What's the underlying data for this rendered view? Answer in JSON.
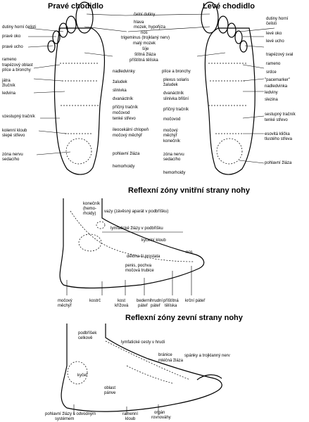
{
  "titles": {
    "right_sole": "Pravé chodidlo",
    "left_sole": "Levé chodidlo",
    "inner_side": "Reflexní zóny vnitřní strany nohy",
    "outer_side": "Reflexní zóny zevní strany nohy"
  },
  "right_sole_labels": [
    "dutiny horní čelisti",
    "pravé oko",
    "pravé ucho",
    "rameno",
    "trapézový oblast",
    "plíce a bronchy",
    "játra",
    "žlučník",
    "ledvina",
    "vzestupný tračník",
    "kolenní kloub",
    "slepé střevo",
    "zóna nervu",
    "sedacího"
  ],
  "center_labels": [
    "čelní dutiny",
    "hlava",
    "mozek, hypofýza",
    "nos",
    "trigeminus (trojklaný nerv)",
    "malý mozek",
    "šíje",
    "štítná žláza",
    "příštítná tělíska",
    "nadledvinky",
    "žaludek",
    "slinivka",
    "dvanáctník",
    "příčný tračník",
    "močovod",
    "tenké střevo",
    "ileocekální chlopeň",
    "močový měchýř",
    "pohlavní žláza",
    "hemorhoidy"
  ],
  "left_sole_labels": [
    "dutiny horní",
    "čelisti",
    "levé oko",
    "levé ucho",
    "trapézový sval",
    "rameno",
    "plíce a bronchy",
    "srdce",
    "plexus solaris",
    "žaludek",
    "\"pacemarker\"",
    "nadledvinka",
    "ledviny",
    "dvanáctník",
    "slinivka břišní",
    "slezina",
    "příčný tračník",
    "sestupný tračník",
    "močovod",
    "tenké střevo",
    "močový",
    "měchýř",
    "esovitá klička",
    "konečník",
    "tlustého střeva",
    "zóna nervu",
    "sedacího",
    "pohlavní žláza",
    "hemorhoidy"
  ],
  "inner_labels": [
    "konečník",
    "(hemo-",
    "rhoidy)",
    "vazy (závěsný aparát v podbříšku)",
    "lymfatické žlázy v podbříšku",
    "kyčelní kloub",
    "děloha či prostata",
    "nos",
    "penis, pochva",
    "močová trubice",
    "močový",
    "měchýř",
    "kostrč",
    "kost",
    "křížová",
    "bederní",
    "páteř",
    "hrudní",
    "páteř",
    "příštítná",
    "tělíska",
    "krční páteř"
  ],
  "outer_labels": [
    "podbříšek",
    "celkově",
    "lymfatické cesty v hrudi",
    "bránice",
    "mléčná žláza",
    "spánky a trojklanný nerv",
    "kyčel",
    "oblast",
    "pánve",
    "pohlavní žlázy s odvodným",
    "systémem",
    "ramenní",
    "kloub",
    "orgán",
    "rovnováhy"
  ]
}
